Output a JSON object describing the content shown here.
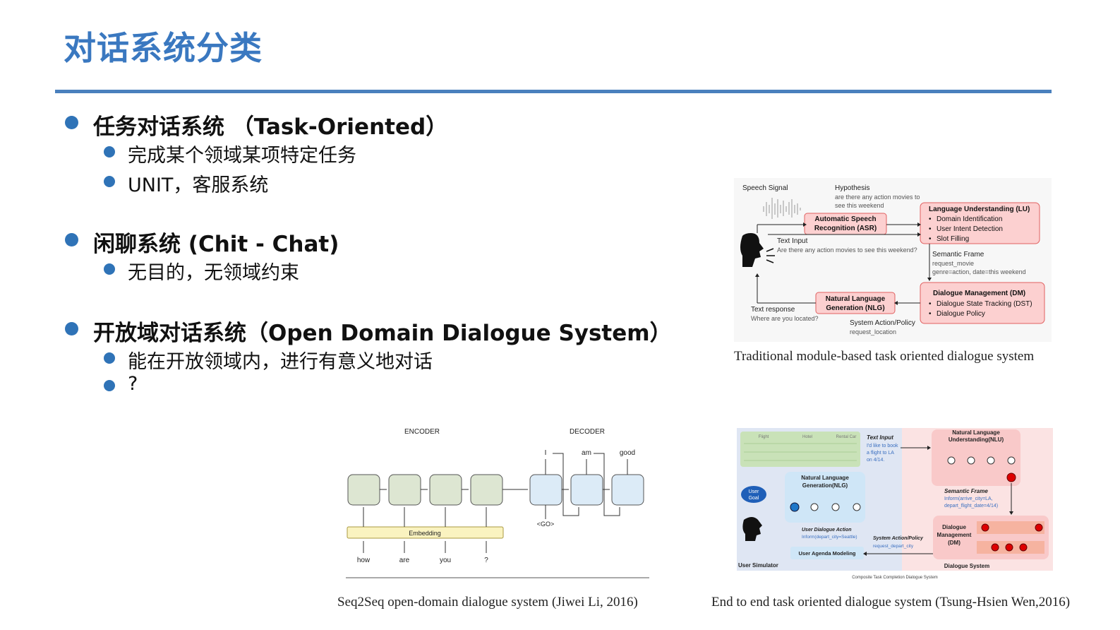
{
  "title": "对话系统分类",
  "sections": [
    {
      "heading": "任务对话系统 （Task-Oriented）",
      "items": [
        "完成某个领域某项特定任务",
        "UNIT，客服系统"
      ]
    },
    {
      "heading": "闲聊系统 (Chit - Chat)",
      "items": [
        "无目的，无领域约束"
      ]
    },
    {
      "heading": "开放域对话系统（Open Domain Dialogue System）",
      "items": [
        "能在开放领域内，进行有意义地对话",
        "?"
      ]
    }
  ],
  "figures": {
    "module_based": {
      "caption": "Traditional module-based task oriented dialogue system",
      "speech_signal": "Speech Signal",
      "hypothesis": "Hypothesis",
      "hypothesis_text_1": "are there any action movies to",
      "hypothesis_text_2": "see this weekend",
      "asr_1": "Automatic Speech",
      "asr_2": "Recognition (ASR)",
      "lu_title": "Language Understanding (LU)",
      "lu_items": [
        "Domain Identification",
        "User Intent Detection",
        "Slot Filling"
      ],
      "text_input": "Text Input",
      "text_input_example": "Are there any action movies to see this weekend?",
      "semantic_frame": "Semantic Frame",
      "semantic_frame_1": "request_movie",
      "semantic_frame_2": "genre=action, date=this weekend",
      "dm_title": "Dialogue Management (DM)",
      "dm_items": [
        "Dialogue State Tracking (DST)",
        "Dialogue Policy"
      ],
      "nlg_1": "Natural Language",
      "nlg_2": "Generation (NLG)",
      "text_response": "Text response",
      "text_response_example": "Where are you located?",
      "system_action": "System Action/Policy",
      "system_action_example": "request_location"
    },
    "seq2seq": {
      "caption": "Seq2Seq open-domain dialogue system (Jiwei Li, 2016)",
      "encoder": "ENCODER",
      "decoder": "DECODER",
      "embedding": "Embedding",
      "inputs": [
        "how",
        "are",
        "you",
        "?"
      ],
      "outputs": [
        "I",
        "am",
        "good"
      ],
      "go": "<GO>"
    },
    "end_to_end": {
      "caption": "End to end task oriented dialogue system (Tsung-Hsien Wen,2016)",
      "db_headers": [
        "Flight",
        "Hotel",
        "Rental Car"
      ],
      "text_input": "Text Input",
      "text_input_1": "I'd like to book",
      "text_input_2": "a flight to LA",
      "text_input_3": "on 4/14.",
      "nlu_1": "Natural Language",
      "nlu_2": "Understanding(NLU)",
      "nlg_1": "Natural Language",
      "nlg_2": "Generation(NLG)",
      "user_goal_1": "User",
      "user_goal_2": "Goal",
      "semantic_frame": "Semantic Frame",
      "semantic_frame_1": "Inform(arrive_city=LA,",
      "semantic_frame_2": "depart_flight_date=4/14)",
      "user_dialogue_action": "User Dialogue Action",
      "user_dialogue_action_ex": "Inform(depart_city=Seattle)",
      "system_action": "System Action/Policy",
      "system_action_ex": "request_depart_city",
      "dm_1": "Dialogue",
      "dm_2": "Management",
      "dm_3": "(DM)",
      "user_agenda": "User Agenda Modeling",
      "user_simulator": "User Simulator",
      "dialogue_system": "Dialogue System",
      "footer": "Composite Task Completion Dialogue System"
    }
  },
  "colors": {
    "title": "#3a78c0",
    "bullet": "#2f73b7",
    "rule": "#4a80bd",
    "module_box_fill": "#fcd0d0",
    "module_box_stroke": "#e06060"
  }
}
